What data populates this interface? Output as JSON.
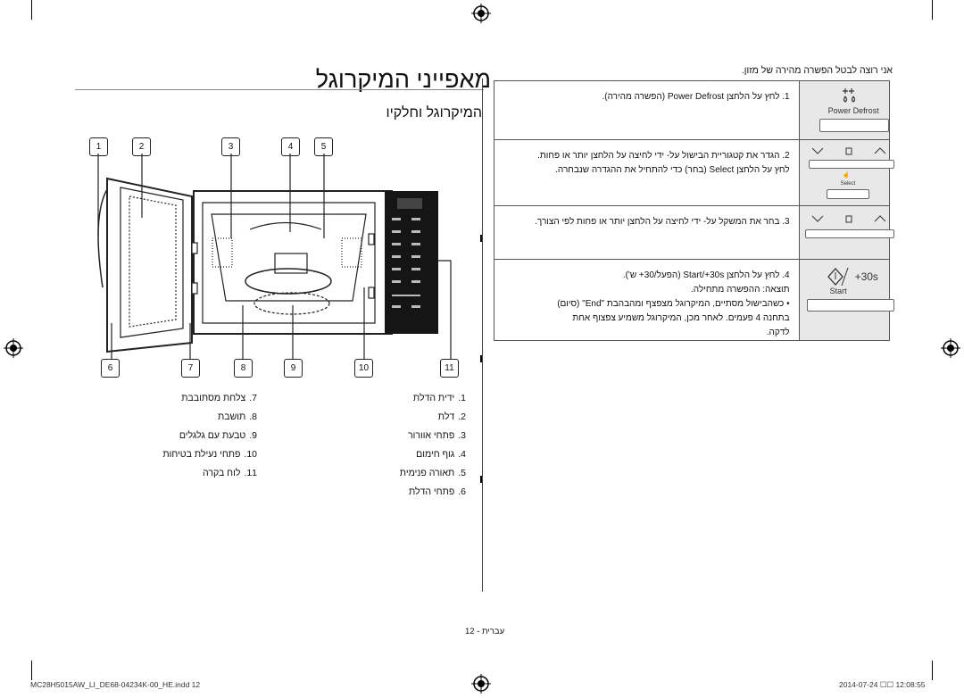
{
  "heading": {
    "title": "מאפייני המיקרוגל",
    "subtitle": "המיקרוגל וחלקיו"
  },
  "callouts_top": [
    "1",
    "2",
    "3",
    "4",
    "5"
  ],
  "callouts_bottom": [
    "6",
    "7",
    "8",
    "9",
    "10",
    "11"
  ],
  "legend": [
    {
      "num": "1.",
      "label": "ידית הדלת"
    },
    {
      "num": "2.",
      "label": "דלת"
    },
    {
      "num": "3.",
      "label": "פתחי אוורור"
    },
    {
      "num": "4.",
      "label": "גוף חימום"
    },
    {
      "num": "5.",
      "label": "תאורה פנימית"
    },
    {
      "num": "6.",
      "label": "פתחי הדלת"
    },
    {
      "num": "7.",
      "label": "צלחת מסתובבת"
    },
    {
      "num": "8.",
      "label": "תושבת"
    },
    {
      "num": "9.",
      "label": "טבעת עם גלגלים"
    },
    {
      "num": "10.",
      "label": "פתחי נעילת בטיחות"
    },
    {
      "num": "11.",
      "label": "לוח בקרה"
    }
  ],
  "steps_heading": "אני רוצה לבטל הפשרה מהירה של מזון.",
  "steps": [
    {
      "num": "1.",
      "lines": [
        "לחץ על הלחצן Power Defrost (הפשרה מהירה)."
      ]
    },
    {
      "num": "2.",
      "lines": [
        "הגדר את קטגוריית הבישול על- ידי לחיצה על הלחצן יותר או פחות.",
        "לחץ על הלחצן Select (בחר) כדי להתחיל את ההגדרה שנבחרה."
      ]
    },
    {
      "num": "3.",
      "lines": [
        "בחר את המשקל על- ידי לחיצה על הלחצן יותר או פחות לפי הצורך."
      ]
    },
    {
      "num": "4.",
      "lines": [
        "לחץ על הלחצן Start/+30s (הפעל/30+ ש').",
        "תוצאה: ההפשרה מתחילה.",
        "• כשהבישול מסתיים, המיקרוגל מצפצף ומהבהבת \"End\" (סיום)",
        "בתחנה 4 פעמים. לאחר מכן, המיקרוגל משמיע צפצוף אחת",
        "לדקה."
      ]
    }
  ],
  "panel": {
    "power_defrost": "Power Defrost",
    "select": "Select",
    "start_plus": "+30s",
    "start": "Start",
    "lock_icon": "lock-icon"
  },
  "page_label": "עברית - 12",
  "footer_left": "MC28H5015AW_LI_DE68-04234K-00_HE.indd   12",
  "footer_right": "2014-07-24   ☐☐ 12:08:55"
}
